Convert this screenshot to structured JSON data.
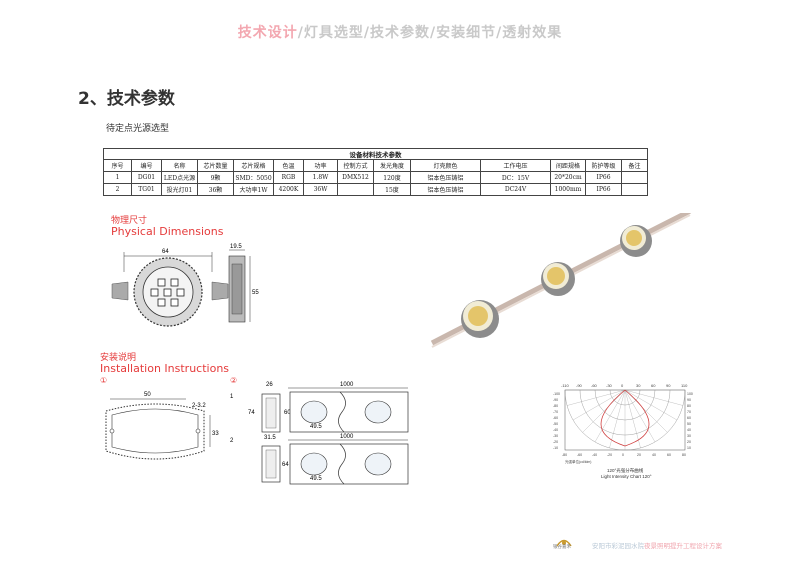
{
  "header": {
    "active_tab": "技术设计",
    "rest_tabs": "/灯具选型/技术参数/安装细节/透射效果"
  },
  "section_title": "2、技术参数",
  "subtitle": "待定点光源选型",
  "table": {
    "caption": "设备材料技术参数",
    "headers": [
      "序号",
      "编号",
      "名称",
      "芯片数量",
      "芯片规格",
      "色温",
      "功率",
      "控制方式",
      "发光角度",
      "灯壳颜色",
      "工作电压",
      "间距规格",
      "防护等级",
      "备注"
    ],
    "rows": [
      [
        "1",
        "DG01",
        "LED点光源",
        "9颗",
        "SMD：5050",
        "RGB",
        "1.8W",
        "DMX512",
        "120度",
        "铝本色压铸铝",
        "DC：15V",
        "20*20cm",
        "IP66",
        ""
      ],
      [
        "2",
        "TG01",
        "投光灯01",
        "36颗",
        "大功率1W",
        "4200K",
        "36W",
        "",
        "15度",
        "铝本色压铸铝",
        "DC24V",
        "1000mm",
        "IP66",
        ""
      ]
    ]
  },
  "dimensions": {
    "title_cn": "物理尺寸",
    "title_en": "Physical Dimensions",
    "width_label": "64",
    "depth_label": "19.5",
    "height_label": "55"
  },
  "installation": {
    "title_cn": "安装说明",
    "title_en": "Installation Instructions",
    "step1_label": "①",
    "step2_label": "②",
    "step1_dims": {
      "top": "50",
      "screw": "2-3.2",
      "side": "33"
    },
    "profile1": {
      "index": "1",
      "w1": "26",
      "len": "1000",
      "h1": "74",
      "h2": "60",
      "bottom": "49.5"
    },
    "profile2": {
      "index": "2",
      "w1": "31.5",
      "len": "1000",
      "h1": "64",
      "bottom": "49.5"
    }
  },
  "polar_chart": {
    "caption1": "120°光强分布曲线",
    "caption2": "Light Intensity Chart 120°",
    "top_ticks": [
      "-110",
      "-90",
      "-60",
      "-30",
      "0",
      "30",
      "60",
      "90",
      "110"
    ],
    "bottom_ticks": [
      "-80",
      "-60",
      "-40",
      "-20",
      "0",
      "20",
      "40",
      "60",
      "80"
    ],
    "left_ticks": [
      "-100",
      "-90",
      "-80",
      "-70",
      "-60",
      "-50",
      "-40",
      "-30",
      "-20",
      "-10"
    ],
    "right_ticks": [
      "100",
      "90",
      "80",
      "70",
      "60",
      "50",
      "40",
      "30",
      "20",
      "10"
    ],
    "note": "光强单位(cd/klm)"
  },
  "footer": {
    "logo_text": "银谷嘉禾",
    "org_part1": "安阳市彩泥园水院",
    "org_part2": "夜景照明提升工程设计方案"
  }
}
